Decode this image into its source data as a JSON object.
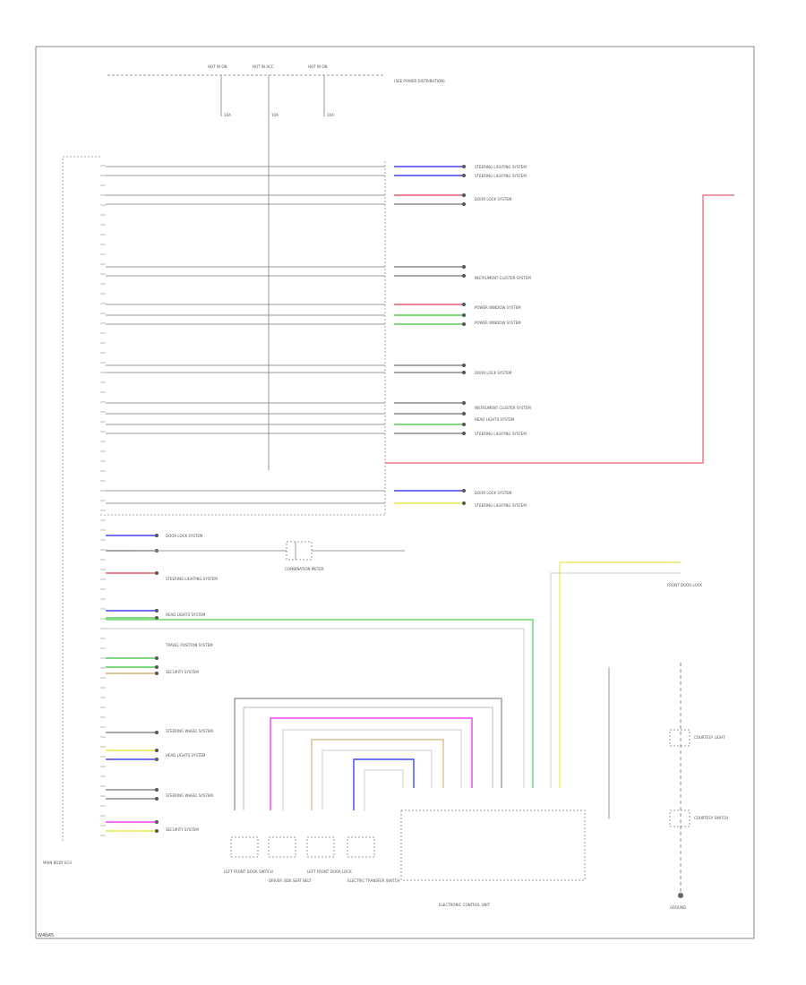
{
  "figure_code": "W4N45",
  "header_connectors": [
    "HOT IN ON",
    "HOT IN ACC",
    "HOT IN ON"
  ],
  "header_fuses": [
    "10A",
    "10A",
    "10A"
  ],
  "header_note": "(SEE POWER DISTRIBUTION)",
  "ecu_label": "MAIN BODY ECU",
  "combination_meter_label": "COMBINATION METER",
  "right_labels": [
    "STEERING LIGHTING SYSTEM",
    "STEERING LIGHTING SYSTEM",
    "DOOR LOCK SYSTEM",
    "INSTRUMENT CLUSTER SYSTEM",
    "POWER WINDOW SYSTEM",
    "POWER WINDOW SYSTEM",
    "DOOR LOCK SYSTEM",
    "INSTRUMENT CLUSTER SYSTEM",
    "HEAD LIGHTS SYSTEM",
    "STEERING LIGHTING SYSTEM",
    "DOOR LOCK SYSTEM",
    "STEERING LIGHTING SYSTEM"
  ],
  "left_labels": [
    "DOOR LOCK SYSTEM",
    "STEERING LIGHTING SYSTEM",
    "HEAD LIGHTS SYSTEM",
    "TRAVEL POSITION SYSTEM",
    "SECURITY SYSTEM",
    "STEERING WHEEL SYSTEM",
    "HEAD LIGHTS SYSTEM",
    "STEERING WHEEL SYSTEM",
    "SECURITY SYSTEM"
  ],
  "bottom_components": [
    "LEFT FRONT DOOR SWITCH",
    "DRIVER SIDE SEAT BELT",
    "LEFT FRONT DOOR LOCK",
    "ELECTRIC TRANSFER SWITCH"
  ],
  "bottom_center_label": "ELECTRONIC CONTROL UNIT",
  "right_side_labels": [
    "FRONT DOOR LOCK",
    "COURTESY LIGHT",
    "COURTESY SWITCH",
    "GROUND"
  ],
  "colors": {
    "red": "#e85a6e",
    "pink": "#ee44ee",
    "blue": "#4444ee",
    "green": "#55cc55",
    "yellow": "#e8e84a",
    "tan": "#d8b27a",
    "gray": "#8a8a8a"
  }
}
